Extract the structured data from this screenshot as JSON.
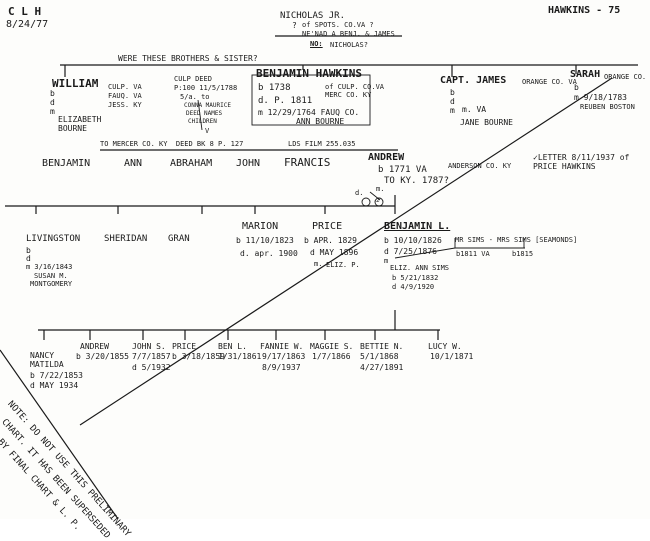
{
  "header": {
    "initials": "C L H",
    "date": "8/24/77",
    "sheet_id": "HAWKINS - 75",
    "top_name": "NICHOLAS JR.",
    "top_q": "?",
    "top_spots": "of SPOTS. CO.VA ?",
    "top_named": "NE'NAD A BENJ. & JAMES",
    "top_no": "NO:",
    "top_nicholas": "NICHOLAS?",
    "question": "WERE THESE BROTHERS & SISTER?"
  },
  "generation1": {
    "william": {
      "name": "WILLIAM",
      "b": "b",
      "d": "d",
      "m": "m",
      "spouse_1": "ELIZABETH",
      "spouse_2": "BOURNE",
      "place_1": "CULP. VA",
      "place_2": "FAUQ. VA",
      "place_3": "JESS. KY"
    },
    "culp_deed": {
      "line1": "CULP DEED",
      "line2": "P:100 11/5/1788",
      "line3": "5/a. to",
      "line4": "CONNA MAURICE",
      "line5": "DEED NAMES",
      "line6": "CHILDREN",
      "line7": "V"
    },
    "benjamin": {
      "name": "BENJAMIN HAWKINS",
      "b": "b 1738",
      "d": "d. P. 1811",
      "m": "m 12/29/1764 FAUQ CO.",
      "spouse": "ANN BOURNE",
      "place_1": "of CULP. CO.VA",
      "place_2": "MERC CO. KY"
    },
    "capt_james": {
      "name": "CAPT. JAMES",
      "b": "b",
      "d": "d",
      "m": "m",
      "place": "ORANGE CO. VA",
      "note": "m. VA",
      "spouse": "JANE BOURNE"
    },
    "sarah": {
      "name": "SARAH",
      "place": "ORANGE CO.",
      "b": "b",
      "m": "m 9/18/1783",
      "spouse": "REUBEN BOSTON"
    }
  },
  "deed_notes": {
    "mercer": "TO MERCER CO. KY  DEED BK 8 P. 127",
    "lds": "LDS FILM 255.035"
  },
  "generation2": {
    "children": [
      "BENJAMIN",
      "ANN",
      "ABRAHAM",
      "JOHN",
      "FRANCIS"
    ],
    "andrew": {
      "name": "ANDREW",
      "b": "b 1771 VA",
      "to_ky": "TO KY. 1787?",
      "place": "ANDERSON CO. KY",
      "m": "m.",
      "d": "d.",
      "circle_mark": "2"
    },
    "letter": "✓LETTER 8/11/1937 of PRICE HAWKINS"
  },
  "generation3": {
    "livingston": {
      "name": "LIVINGSTON",
      "b": "b",
      "d": "d",
      "m": "m 3/16/1843",
      "spouse_1": "SUSAN M.",
      "spouse_2": "MONTGOMERY"
    },
    "sheridan": "SHERIDAN",
    "gran": "GRAN",
    "marion": {
      "name": "MARION",
      "b": "b 11/10/1823",
      "d": "d. apr. 1900"
    },
    "price": {
      "name": "PRICE",
      "b": "b APR. 1829",
      "d": "d MAY 1896",
      "m": "m.",
      "extra": "ELIZ. P."
    },
    "benjamin_l": {
      "name": "BENJAMIN L.",
      "b": "b 10/10/1826",
      "d": "d 7/25/1876",
      "m": "m",
      "spouse": "ELIZ. ANN SIMS",
      "spouse_b": "b 5/21/1832",
      "spouse_d": "d 4/9/1920"
    },
    "sims": {
      "line1": "MR SIMS - MRS SIMS [SEAMONDS]",
      "b1": "b1811 VA",
      "b2": "b1815"
    }
  },
  "generation4": [
    {
      "name": "NANCY MATILDA",
      "b": "b 7/22/1853",
      "d": "d MAY 1934"
    },
    {
      "name": "ANDREW",
      "b": "b 3/20/1855"
    },
    {
      "name": "JOHN S.",
      "b": "7/7/1857",
      "d": "d 5/1932"
    },
    {
      "name": "PRICE",
      "b": "b 3/18/1859"
    },
    {
      "name": "BEN L.",
      "b": "1/31/1861"
    },
    {
      "name": "FANNIE W.",
      "b": "9/17/1863",
      "d": "8/9/1937"
    },
    {
      "name": "MAGGIE S.",
      "b": "1/7/1866"
    },
    {
      "name": "BETTIE N.",
      "b": "5/1/1868",
      "d": "4/27/1891"
    },
    {
      "name": "LUCY W.",
      "b": "10/1/1871"
    }
  ],
  "footer_note": {
    "line1": "NOTE: DO NOT USE THIS PRELIMINARY",
    "line2": "CHART. IT HAS BEEN SUPERSEDED",
    "line3": "BY FINAL CHART & L. P."
  }
}
